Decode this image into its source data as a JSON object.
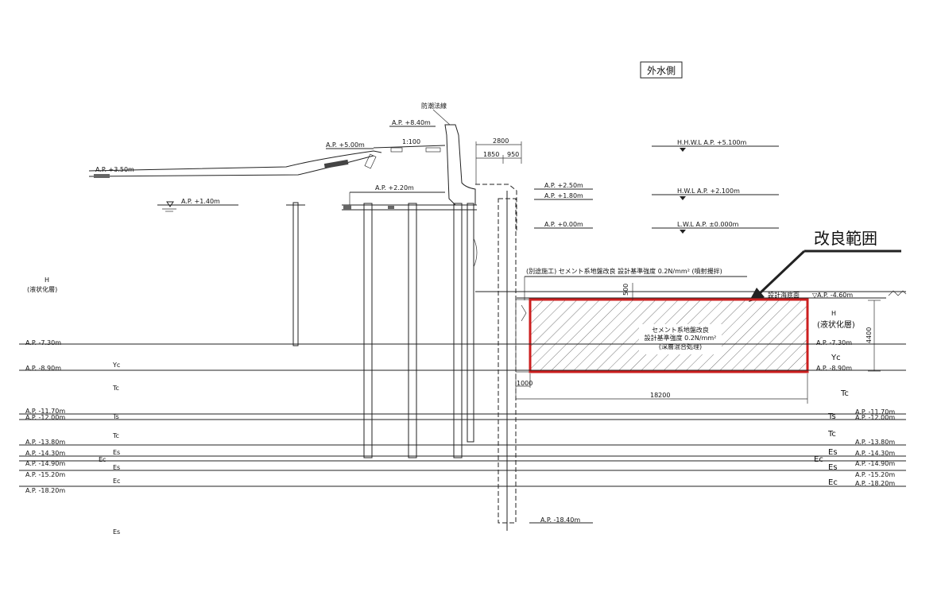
{
  "side_label": "外水側",
  "callout": "改良範囲",
  "crest_label": "防潮法線",
  "slope_label": "1:100",
  "left_elev": {
    "ap_840": "A.P. +8.40m",
    "ap_500": "A.P. +5.00m",
    "ap_350": "A.P. +3.50m",
    "ap_220": "A.P. +2.20m",
    "ap_140": "A.P. +1.40m"
  },
  "dims": {
    "d2800": "2800",
    "d1850": "1850",
    "d950": "950",
    "d500": "500",
    "d4400": "4400",
    "d1000": "1000",
    "d18200": "18200"
  },
  "mid_elev": {
    "ap_250": "A.P. +2.50m",
    "ap_180": "A.P. +1.80m",
    "ap_000": "A.P. +0.00m",
    "ap_1840": "A.P. -18.40m"
  },
  "water_levels": {
    "hhwl": "H.H.W.L A.P. +5.100m",
    "hwl": "H.W.L A.P. +2.100m",
    "lwl": "L.W.L A.P. ±0.000m"
  },
  "improvement": {
    "note": "(別途施工) セメント系地盤改良 設計基準強度 0.2N/mm² (噴射攪拌)",
    "line1": "セメント系地盤改良",
    "line2": "設計基準強度 0.2N/mm²",
    "line3": "(深層混合処理)"
  },
  "seabed": {
    "label": "設計海底面",
    "elev": "▽A.P. -4.60m"
  },
  "left_layer": {
    "h": "H",
    "liq": "(液状化層)"
  },
  "right_layer": {
    "h": "H",
    "liq": "(液状化層)"
  },
  "strata_left": {
    "ap_730": "A.P. -7.30m",
    "ap_890": "A.P. -8.90m",
    "ap_1170": "A.P. -11.70m",
    "ap_1200": "A.P. -12.00m",
    "ap_1380": "A.P. -13.80m",
    "ap_1430": "A.P. -14.30m",
    "ap_1490": "A.P. -14.90m",
    "ap_1520": "A.P. -15.20m",
    "ap_1820": "A.P. -18.20m"
  },
  "strata_right": {
    "ap_730": "A.P. -7.30m",
    "ap_890": "A.P. -8.90m",
    "ap_1170": "A.P. -11.70m",
    "ap_1200": "A.P. -12.00m",
    "ap_1380": "A.P. -13.80m",
    "ap_1430": "A.P. -14.30m",
    "ap_1490": "A.P. -14.90m",
    "ap_1520": "A.P. -15.20m",
    "ap_1820": "A.P. -18.20m"
  },
  "soil_left": {
    "yc": "Yc",
    "tc1": "Tc",
    "ts": "Ts",
    "tc2": "Tc",
    "es1": "Es",
    "ec1": "Ec",
    "es2": "Es",
    "ec2": "Ec",
    "es3": "Es"
  },
  "soil_right": {
    "yc": "Yc",
    "tc1": "Tc",
    "ts": "Ts",
    "tc2": "Tc",
    "es1": "Es",
    "ec1": "Ec",
    "es2": "Es",
    "ec2": "Ec"
  },
  "colors": {
    "highlight": "#cc1f1f",
    "line": "#222222",
    "background": "#ffffff"
  }
}
